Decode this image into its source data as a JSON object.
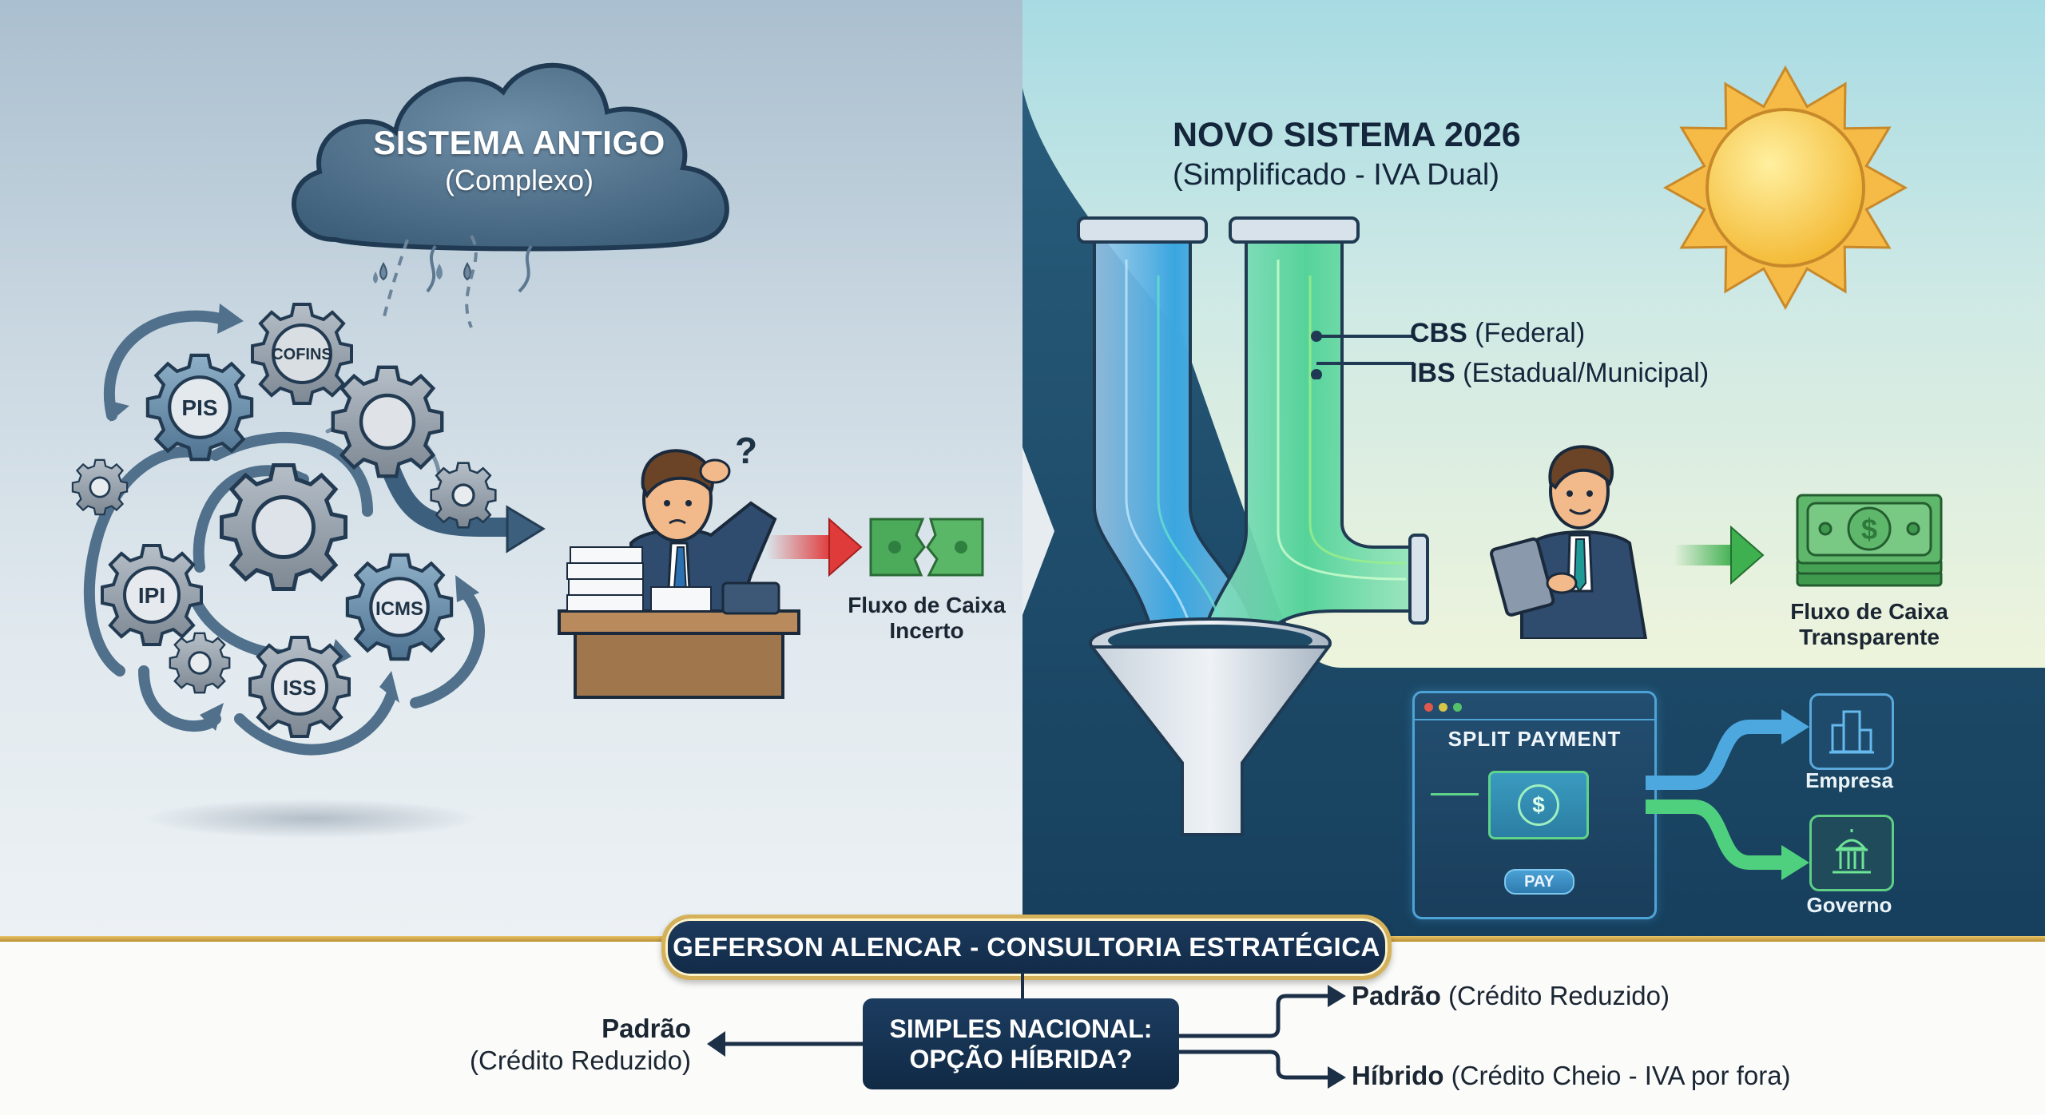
{
  "left": {
    "cloud": {
      "title": "SISTEMA ANTIGO",
      "subtitle": "(Complexo)"
    },
    "gears": [
      {
        "label": "COFINS"
      },
      {
        "label": "PIS"
      },
      {
        "label": "IPI"
      },
      {
        "label": "ICMS"
      },
      {
        "label": "ISS"
      }
    ],
    "question_mark": "?",
    "cash_caption": {
      "line1": "Fluxo de Caixa",
      "line2": "Incerto"
    }
  },
  "right": {
    "title": "NOVO SISTEMA 2026",
    "subtitle": "(Simplificado - IVA Dual)",
    "legend": [
      {
        "bold": "CBS",
        "text": " (Federal)"
      },
      {
        "bold": "IBS",
        "text": " (Estadual/Municipal)"
      }
    ],
    "cash_caption": {
      "line1": "Fluxo de Caixa",
      "line2": "Transparente"
    },
    "split_payment": {
      "title": "SPLIT PAYMENT",
      "pay_button": "PAY",
      "destinations": [
        {
          "label": "Empresa"
        },
        {
          "label": "Governo"
        }
      ]
    }
  },
  "bottom": {
    "brand": "GEFERSON ALENCAR - CONSULTORIA ESTRATÉGICA",
    "decision": {
      "line1": "SIMPLES NACIONAL:",
      "line2": "OPÇÃO HÍBRIDA?"
    },
    "left_option": {
      "bold": "Padrão",
      "text": "(Crédito Reduzido)"
    },
    "right_options": [
      {
        "bold": "Padrão",
        "text": " (Crédito Reduzido)"
      },
      {
        "bold": "Híbrido",
        "text": " (Crédito Cheio - IVA por fora)"
      }
    ]
  },
  "colors": {
    "navy": "#14263b",
    "gold": "#d5b15a",
    "cash_green": "#3f9a4e",
    "alert_red": "#e03b3b",
    "sun_yellow": "#f7c33b"
  }
}
